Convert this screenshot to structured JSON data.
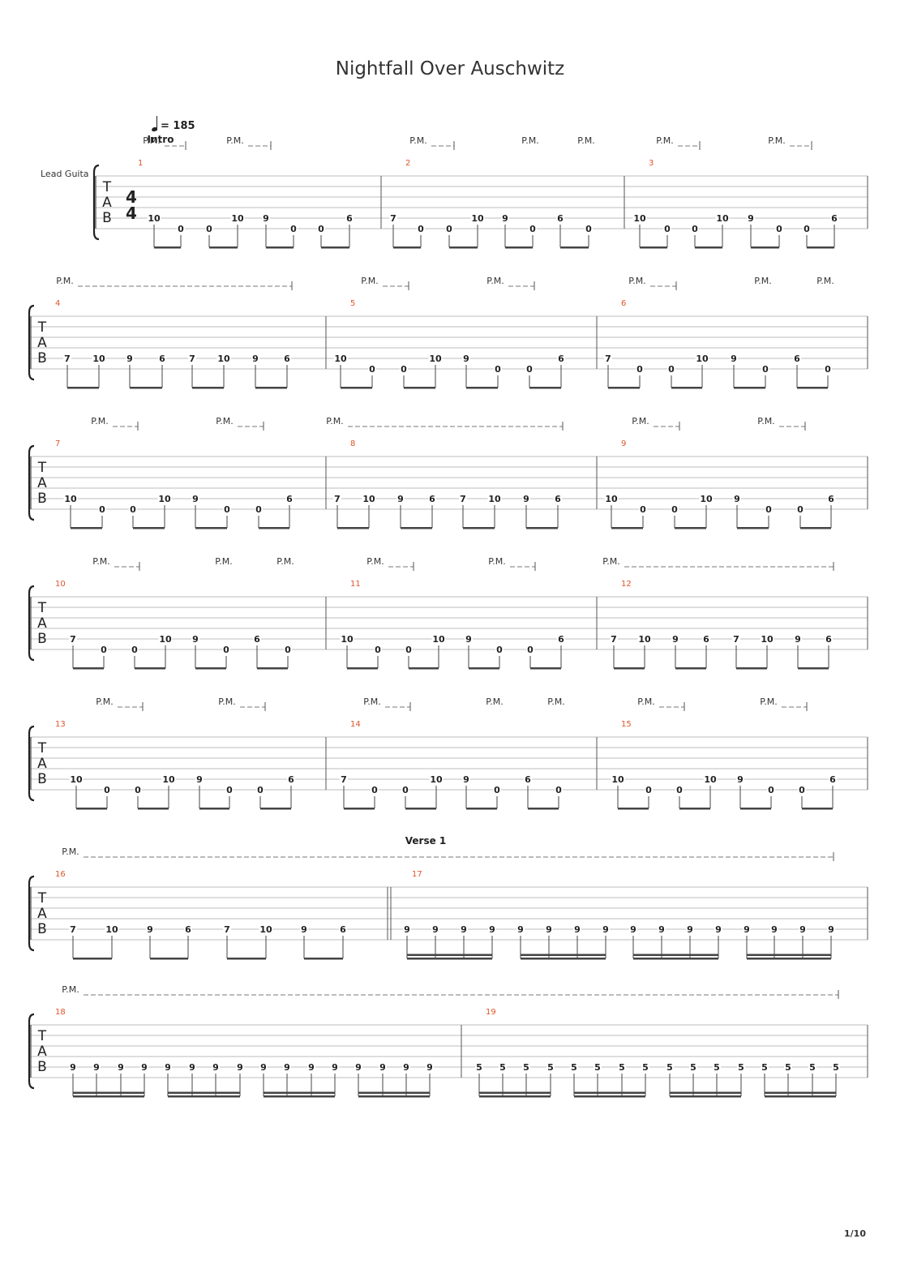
{
  "title": "Nightfall Over Auschwitz",
  "tempo": "= 185",
  "track_name": "Lead Guita",
  "page_number": "1/10",
  "time_signature": {
    "numerator": "4",
    "denominator": "4"
  },
  "tab_clef": [
    "T",
    "A",
    "B"
  ],
  "pm_label": "P.M.",
  "colors": {
    "bar_number": "#e0542a",
    "staff_line": "#bdbdbd",
    "text": "#222222"
  },
  "measures": [
    {
      "number": "1",
      "section": "Intro",
      "beat": "eighth",
      "notes": [
        [
          "10",
          5
        ],
        [
          "0",
          6
        ],
        [
          "0",
          6
        ],
        [
          "10",
          5
        ],
        [
          "9",
          5
        ],
        [
          "0",
          6
        ],
        [
          "0",
          6
        ],
        [
          "6",
          5
        ]
      ],
      "pm": [
        {
          "from": 0,
          "to": 1,
          "dash": true
        },
        {
          "from": 3,
          "to": 4,
          "dash": true
        }
      ]
    },
    {
      "number": "2",
      "beat": "eighth",
      "notes": [
        [
          "7",
          5
        ],
        [
          "0",
          6
        ],
        [
          "0",
          6
        ],
        [
          "10",
          5
        ],
        [
          "9",
          5
        ],
        [
          "0",
          6
        ],
        [
          "6",
          5
        ],
        [
          "0",
          6
        ]
      ],
      "pm": [
        {
          "from": 1,
          "to": 2,
          "dash": true
        },
        {
          "from": 5,
          "to": 5,
          "dash": false
        },
        {
          "from": 7,
          "to": 7,
          "dash": false
        }
      ]
    },
    {
      "number": "3",
      "beat": "eighth",
      "notes": [
        [
          "10",
          5
        ],
        [
          "0",
          6
        ],
        [
          "0",
          6
        ],
        [
          "10",
          5
        ],
        [
          "9",
          5
        ],
        [
          "0",
          6
        ],
        [
          "0",
          6
        ],
        [
          "6",
          5
        ]
      ],
      "pm": [
        {
          "from": 1,
          "to": 2,
          "dash": true
        },
        {
          "from": 5,
          "to": 6,
          "dash": true
        }
      ]
    },
    {
      "number": "4",
      "beat": "eighth",
      "notes": [
        [
          "7",
          5
        ],
        [
          "10",
          5
        ],
        [
          "9",
          5
        ],
        [
          "6",
          5
        ],
        [
          "7",
          5
        ],
        [
          "10",
          5
        ],
        [
          "9",
          5
        ],
        [
          "6",
          5
        ]
      ],
      "pm": [
        {
          "from": 0,
          "to": 7,
          "dash": true
        }
      ]
    },
    {
      "number": "5",
      "beat": "eighth",
      "notes": [
        [
          "10",
          5
        ],
        [
          "0",
          6
        ],
        [
          "0",
          6
        ],
        [
          "10",
          5
        ],
        [
          "9",
          5
        ],
        [
          "0",
          6
        ],
        [
          "0",
          6
        ],
        [
          "6",
          5
        ]
      ],
      "pm": [
        {
          "from": 1,
          "to": 2,
          "dash": true
        },
        {
          "from": 5,
          "to": 6,
          "dash": true
        }
      ]
    },
    {
      "number": "6",
      "beat": "eighth",
      "notes": [
        [
          "7",
          5
        ],
        [
          "0",
          6
        ],
        [
          "0",
          6
        ],
        [
          "10",
          5
        ],
        [
          "9",
          5
        ],
        [
          "0",
          6
        ],
        [
          "6",
          5
        ],
        [
          "0",
          6
        ]
      ],
      "pm": [
        {
          "from": 1,
          "to": 2,
          "dash": true
        },
        {
          "from": 5,
          "to": 5,
          "dash": false
        },
        {
          "from": 7,
          "to": 7,
          "dash": false
        }
      ]
    },
    {
      "number": "7",
      "beat": "eighth",
      "notes": [
        [
          "10",
          5
        ],
        [
          "0",
          6
        ],
        [
          "0",
          6
        ],
        [
          "10",
          5
        ],
        [
          "9",
          5
        ],
        [
          "0",
          6
        ],
        [
          "0",
          6
        ],
        [
          "6",
          5
        ]
      ],
      "pm": [
        {
          "from": 1,
          "to": 2,
          "dash": true
        },
        {
          "from": 5,
          "to": 6,
          "dash": true
        }
      ]
    },
    {
      "number": "8",
      "beat": "eighth",
      "notes": [
        [
          "7",
          5
        ],
        [
          "10",
          5
        ],
        [
          "9",
          5
        ],
        [
          "6",
          5
        ],
        [
          "7",
          5
        ],
        [
          "10",
          5
        ],
        [
          "9",
          5
        ],
        [
          "6",
          5
        ]
      ],
      "pm": [
        {
          "from": 0,
          "to": 7,
          "dash": true
        }
      ]
    },
    {
      "number": "9",
      "beat": "eighth",
      "notes": [
        [
          "10",
          5
        ],
        [
          "0",
          6
        ],
        [
          "0",
          6
        ],
        [
          "10",
          5
        ],
        [
          "9",
          5
        ],
        [
          "0",
          6
        ],
        [
          "0",
          6
        ],
        [
          "6",
          5
        ]
      ],
      "pm": [
        {
          "from": 1,
          "to": 2,
          "dash": true
        },
        {
          "from": 5,
          "to": 6,
          "dash": true
        }
      ]
    },
    {
      "number": "10",
      "beat": "eighth",
      "notes": [
        [
          "7",
          5
        ],
        [
          "0",
          6
        ],
        [
          "0",
          6
        ],
        [
          "10",
          5
        ],
        [
          "9",
          5
        ],
        [
          "0",
          6
        ],
        [
          "6",
          5
        ],
        [
          "0",
          6
        ]
      ],
      "pm": [
        {
          "from": 1,
          "to": 2,
          "dash": true
        },
        {
          "from": 5,
          "to": 5,
          "dash": false
        },
        {
          "from": 7,
          "to": 7,
          "dash": false
        }
      ]
    },
    {
      "number": "11",
      "beat": "eighth",
      "notes": [
        [
          "10",
          5
        ],
        [
          "0",
          6
        ],
        [
          "0",
          6
        ],
        [
          "10",
          5
        ],
        [
          "9",
          5
        ],
        [
          "0",
          6
        ],
        [
          "0",
          6
        ],
        [
          "6",
          5
        ]
      ],
      "pm": [
        {
          "from": 1,
          "to": 2,
          "dash": true
        },
        {
          "from": 5,
          "to": 6,
          "dash": true
        }
      ]
    },
    {
      "number": "12",
      "beat": "eighth",
      "notes": [
        [
          "7",
          5
        ],
        [
          "10",
          5
        ],
        [
          "9",
          5
        ],
        [
          "6",
          5
        ],
        [
          "7",
          5
        ],
        [
          "10",
          5
        ],
        [
          "9",
          5
        ],
        [
          "6",
          5
        ]
      ],
      "pm": [
        {
          "from": 0,
          "to": 7,
          "dash": true
        }
      ]
    },
    {
      "number": "13",
      "beat": "eighth",
      "notes": [
        [
          "10",
          5
        ],
        [
          "0",
          6
        ],
        [
          "0",
          6
        ],
        [
          "10",
          5
        ],
        [
          "9",
          5
        ],
        [
          "0",
          6
        ],
        [
          "0",
          6
        ],
        [
          "6",
          5
        ]
      ],
      "pm": [
        {
          "from": 1,
          "to": 2,
          "dash": true
        },
        {
          "from": 5,
          "to": 6,
          "dash": true
        }
      ]
    },
    {
      "number": "14",
      "beat": "eighth",
      "notes": [
        [
          "7",
          5
        ],
        [
          "0",
          6
        ],
        [
          "0",
          6
        ],
        [
          "10",
          5
        ],
        [
          "9",
          5
        ],
        [
          "0",
          6
        ],
        [
          "6",
          5
        ],
        [
          "0",
          6
        ]
      ],
      "pm": [
        {
          "from": 1,
          "to": 2,
          "dash": true
        },
        {
          "from": 5,
          "to": 5,
          "dash": false
        },
        {
          "from": 7,
          "to": 7,
          "dash": false
        }
      ]
    },
    {
      "number": "15",
      "beat": "eighth",
      "notes": [
        [
          "10",
          5
        ],
        [
          "0",
          6
        ],
        [
          "0",
          6
        ],
        [
          "10",
          5
        ],
        [
          "9",
          5
        ],
        [
          "0",
          6
        ],
        [
          "0",
          6
        ],
        [
          "6",
          5
        ]
      ],
      "pm": [
        {
          "from": 1,
          "to": 2,
          "dash": true
        },
        {
          "from": 5,
          "to": 6,
          "dash": true
        }
      ]
    },
    {
      "number": "16",
      "beat": "eighth",
      "notes": [
        [
          "7",
          5
        ],
        [
          "10",
          5
        ],
        [
          "9",
          5
        ],
        [
          "6",
          5
        ],
        [
          "7",
          5
        ],
        [
          "10",
          5
        ],
        [
          "9",
          5
        ],
        [
          "6",
          5
        ]
      ],
      "pm": [
        {
          "from": 0,
          "to": 23,
          "dash": true,
          "spans_next": true
        }
      ]
    },
    {
      "number": "17",
      "section": "Verse 1",
      "beat": "sixteenth",
      "repeat_start": true,
      "notes": [
        [
          "9",
          5
        ],
        [
          "9",
          5
        ],
        [
          "9",
          5
        ],
        [
          "9",
          5
        ],
        [
          "9",
          5
        ],
        [
          "9",
          5
        ],
        [
          "9",
          5
        ],
        [
          "9",
          5
        ],
        [
          "9",
          5
        ],
        [
          "9",
          5
        ],
        [
          "9",
          5
        ],
        [
          "9",
          5
        ],
        [
          "9",
          5
        ],
        [
          "9",
          5
        ],
        [
          "9",
          5
        ],
        [
          "9",
          5
        ]
      ],
      "pm": []
    },
    {
      "number": "18",
      "beat": "sixteenth",
      "notes": [
        [
          "9",
          5
        ],
        [
          "9",
          5
        ],
        [
          "9",
          5
        ],
        [
          "9",
          5
        ],
        [
          "9",
          5
        ],
        [
          "9",
          5
        ],
        [
          "9",
          5
        ],
        [
          "9",
          5
        ],
        [
          "9",
          5
        ],
        [
          "9",
          5
        ],
        [
          "9",
          5
        ],
        [
          "9",
          5
        ],
        [
          "9",
          5
        ],
        [
          "9",
          5
        ],
        [
          "9",
          5
        ],
        [
          "9",
          5
        ]
      ],
      "pm": [
        {
          "from": 0,
          "to": 31,
          "dash": true,
          "spans_next": true
        }
      ]
    },
    {
      "number": "19",
      "beat": "sixteenth",
      "notes": [
        [
          "5",
          5
        ],
        [
          "5",
          5
        ],
        [
          "5",
          5
        ],
        [
          "5",
          5
        ],
        [
          "5",
          5
        ],
        [
          "5",
          5
        ],
        [
          "5",
          5
        ],
        [
          "5",
          5
        ],
        [
          "5",
          5
        ],
        [
          "5",
          5
        ],
        [
          "5",
          5
        ],
        [
          "5",
          5
        ],
        [
          "5",
          5
        ],
        [
          "5",
          5
        ],
        [
          "5",
          5
        ],
        [
          "5",
          5
        ]
      ],
      "pm": []
    }
  ]
}
